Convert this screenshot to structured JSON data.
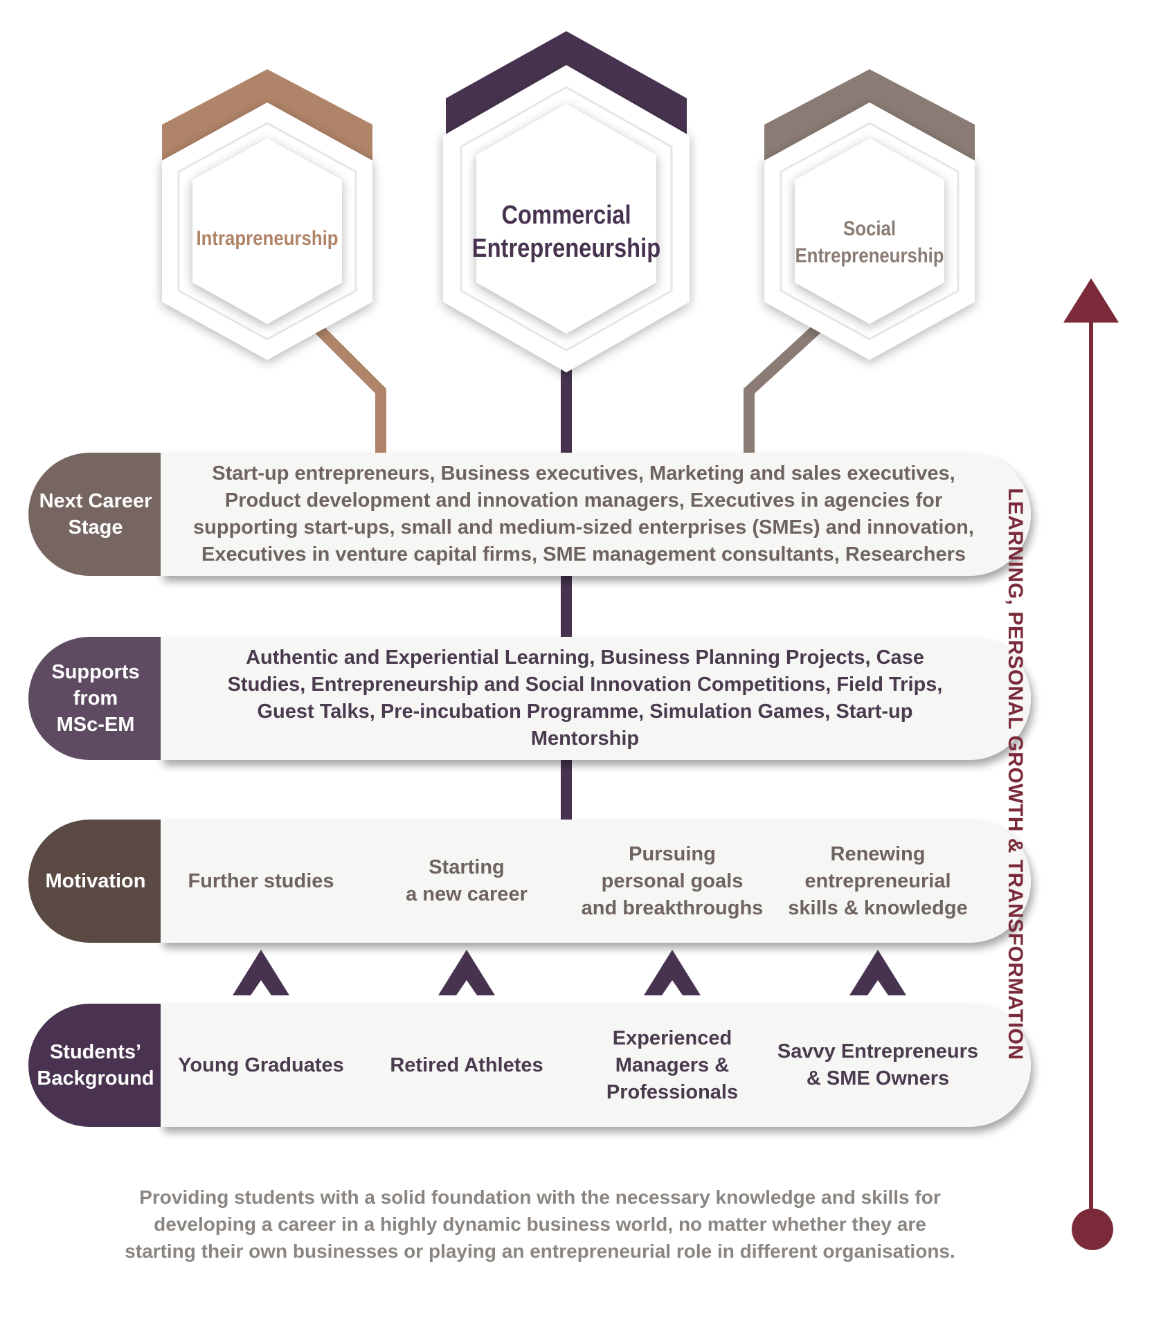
{
  "hexagons": {
    "intrapreneurship": {
      "lines": [
        "Intrapreneurship"
      ],
      "color": "#b08468"
    },
    "commercial": {
      "lines": [
        "Commercial",
        "Entrepreneurship"
      ],
      "color": "#47334f"
    },
    "social": {
      "lines": [
        "Social",
        "Entrepreneurship"
      ],
      "color": "#8a7c74"
    }
  },
  "bands": {
    "next_career": {
      "label": [
        "Next Career",
        "Stage"
      ],
      "label_color": "#766560",
      "text": "Start-up entrepreneurs, Business executives, Marketing and sales executives, Product development and innovation managers, Executives in agencies for supporting start-ups, small and medium-sized enterprises (SMEs) and innovation, Executives in venture capital firms, SME management consultants, Researchers"
    },
    "supports": {
      "label": [
        "Supports",
        "from",
        "MSc-EM"
      ],
      "label_color": "#5e4b62",
      "text": "Authentic and Experiential Learning, Business Planning Projects, Case Studies, Entrepreneurship and Social Innovation Competitions, Field Trips, Guest Talks, Pre-incubation Programme, Simulation Games, Start-up Mentorship"
    },
    "motivation": {
      "label": [
        "Motivation"
      ],
      "label_color": "#5b4a44",
      "items": [
        [
          "Further studies"
        ],
        [
          "Starting",
          "a new career"
        ],
        [
          "Pursuing",
          "personal goals",
          "and breakthroughs"
        ],
        [
          "Renewing",
          "entrepreneurial",
          "skills & knowledge"
        ]
      ]
    },
    "background": {
      "label": [
        "Students’",
        "Background"
      ],
      "label_color": "#4a3350",
      "items": [
        [
          "Young Graduates"
        ],
        [
          "Retired Athletes"
        ],
        [
          "Experienced",
          "Managers &",
          "Professionals"
        ],
        [
          "Savvy Entrepreneurs",
          "& SME Owners"
        ]
      ]
    }
  },
  "side_label": "LEARNING, PERSONAL GROWTH & TRANSFORMATION",
  "side_color": "#7a2a38",
  "footer": "Providing students with a solid foundation with the necessary knowledge and skills for developing a career in a highly dynamic business world, no matter whether they are starting their own businesses or playing an entrepreneurial role in different organisations.",
  "colors": {
    "connector_intra": "#b08468",
    "connector_commercial": "#47334f",
    "connector_social": "#8a7c74",
    "chevron": "#47334f",
    "band_fill": "#f6f6f5",
    "band_shadow": "#cfcfcf"
  }
}
